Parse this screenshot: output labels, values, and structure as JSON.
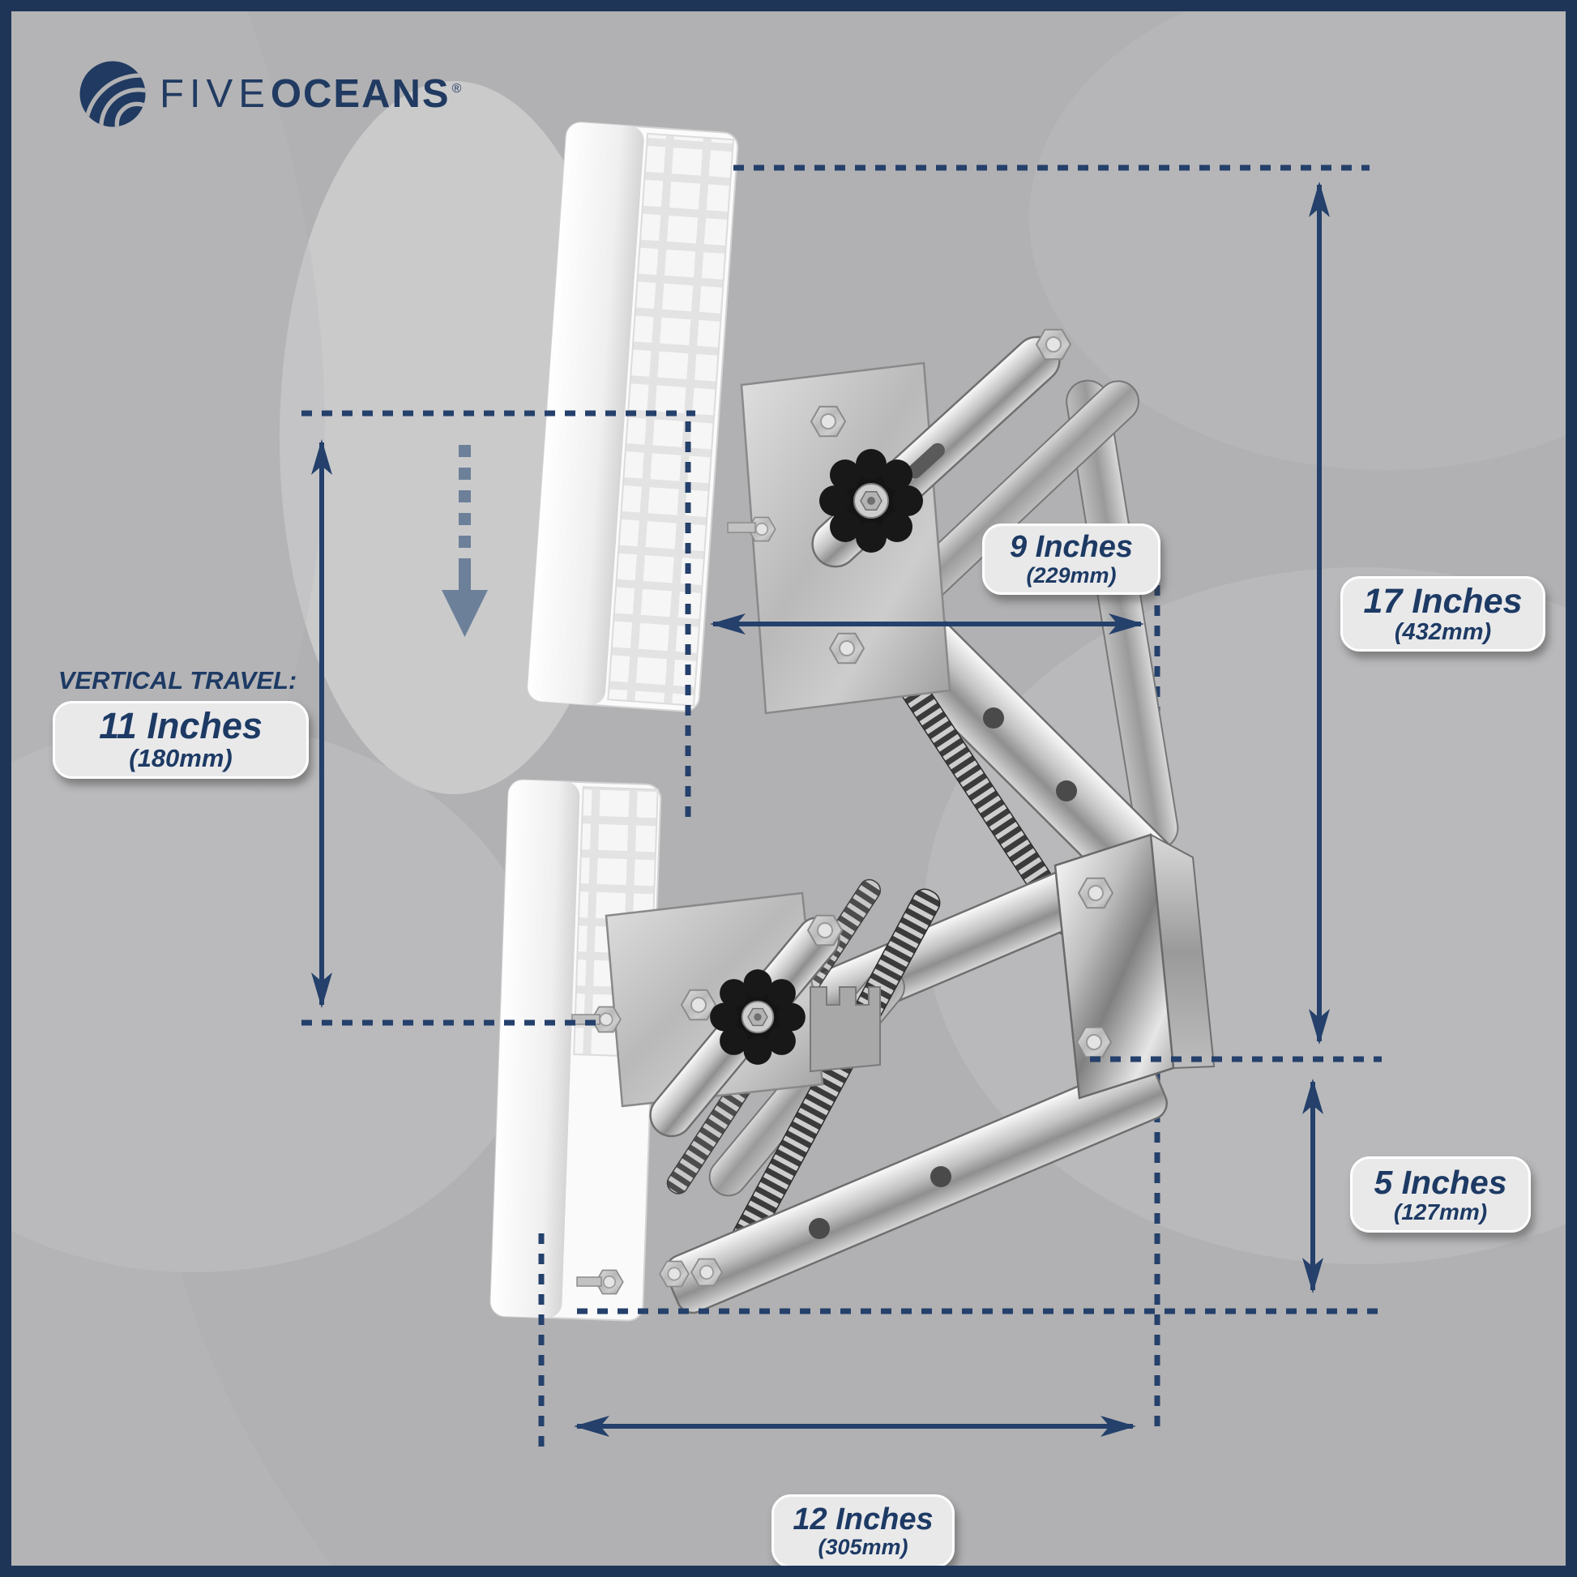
{
  "brand": {
    "word_light": "FIVE",
    "word_bold": "OCEANS",
    "registered_mark": "®",
    "logo_icon": "five-oceans-wave-circle-icon"
  },
  "labels": {
    "width_top": {
      "value": "9 Inches",
      "metric": "(229mm)"
    },
    "height_total": {
      "value": "17 Inches",
      "metric": "(432mm)"
    },
    "vertical_travel": {
      "heading": "VERTICAL TRAVEL:",
      "value": "11 Inches",
      "metric": "(180mm)"
    },
    "height_bottom": {
      "value": "5 Inches",
      "metric": "(127mm)"
    },
    "width_bottom": {
      "value": "12 Inches",
      "metric": "(305mm)"
    }
  },
  "theme": {
    "background": "#b1b1b3",
    "frame": "#1e3557",
    "dimension_line": "#24406b",
    "label_text": "#1d3a64",
    "label_background": "#e9e9ea",
    "label_border": "#ffffff",
    "drop_arrow": "#6d8099",
    "brand_navy": "#203a61"
  }
}
